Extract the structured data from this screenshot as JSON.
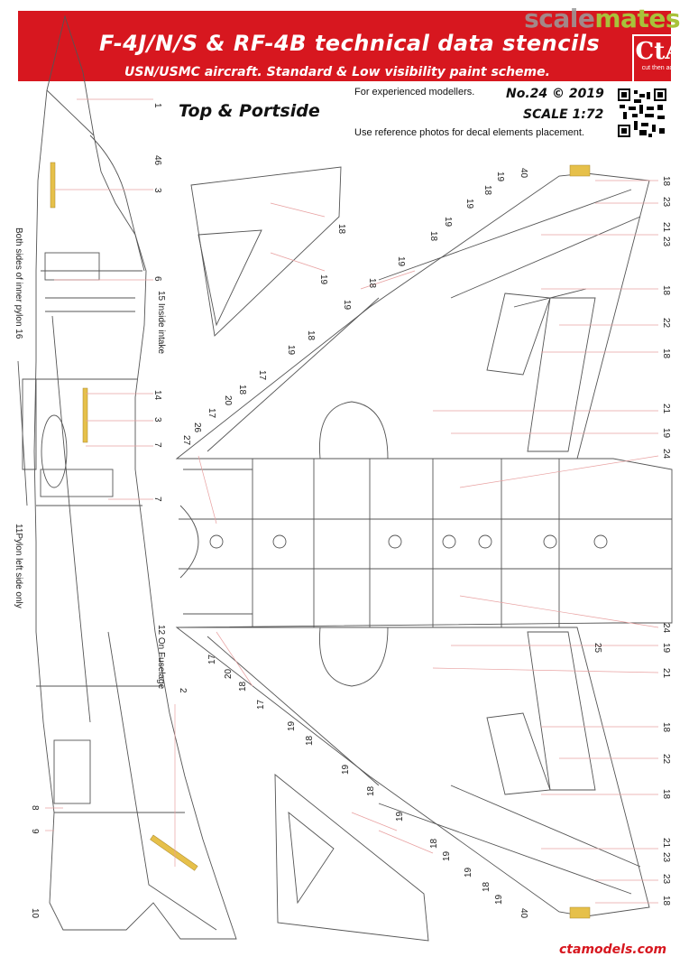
{
  "header": {
    "title": "F-4J/N/S & RF-4B technical data stencils",
    "subtitle": "USN/USMC aircraft. Standard & Low visibility paint scheme.",
    "watermark_a": "scale",
    "watermark_b": "mates",
    "brand_logo": "CtA",
    "brand_tagline": "cut then add"
  },
  "info": {
    "experienced": "For experienced modellers.",
    "number": "No.24  © 2019",
    "scale": "SCALE 1:72",
    "reference": "Use reference photos for decal elements placement.",
    "view_title": "Top & Portside"
  },
  "side_notes": {
    "pylon_inner": "Both sides of inner pylon 16",
    "inside_intake": "15 Inside intake",
    "pylon_left": "11Pylon left side only",
    "on_fuselage": "12 On Fuselage"
  },
  "footer": {
    "url": "ctamodels.com"
  },
  "colors": {
    "brand_red": "#d7171f",
    "watermark_green": "#a8c23a",
    "leader_line": "#e8a0a0",
    "decal_yellow": "#e6c04a"
  }
}
